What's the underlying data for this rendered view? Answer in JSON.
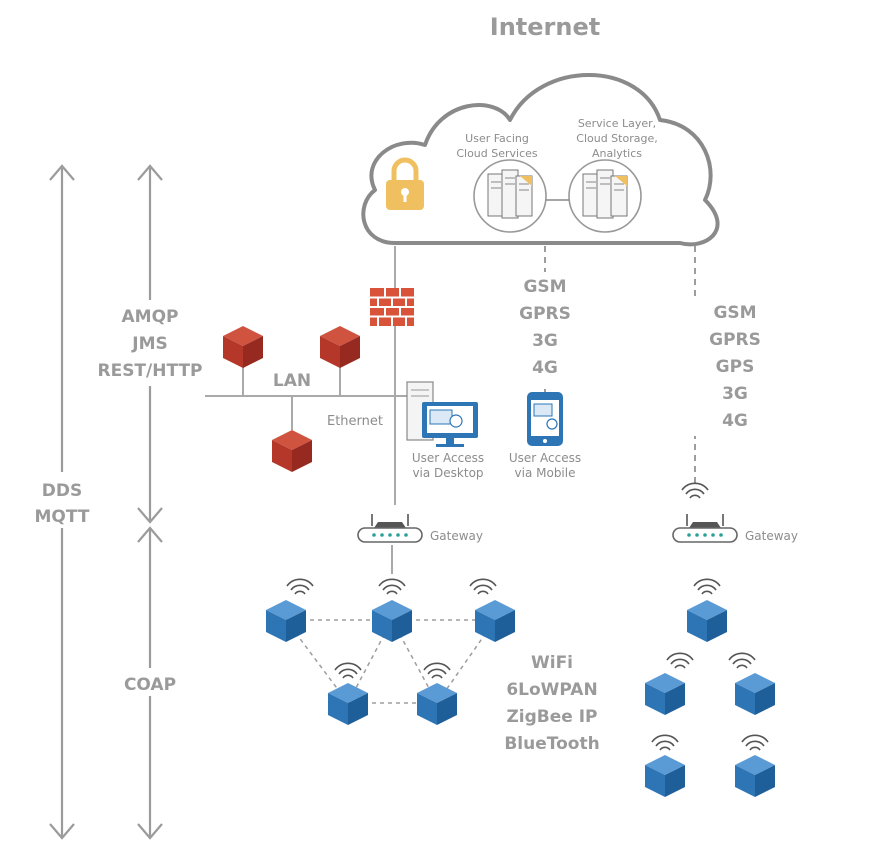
{
  "title": "Internet",
  "cloud": {
    "left_label": [
      "User Facing",
      "Cloud Services"
    ],
    "right_label": [
      "Service Layer,",
      "Cloud Storage,",
      "Analytics"
    ]
  },
  "protocols": {
    "upper": [
      "AMQP",
      "JMS",
      "REST/HTTP"
    ],
    "outer": [
      "DDS",
      "MQTT"
    ],
    "lower": "COAP"
  },
  "lan_label": "LAN",
  "ethernet_label": "Ethernet",
  "desktop_label": [
    "User Access",
    "via Desktop"
  ],
  "mobile_label": [
    "User Access",
    "via Mobile"
  ],
  "mobile_link": [
    "GSM",
    "GPRS",
    "3G",
    "4G"
  ],
  "right_link": [
    "GSM",
    "GPRS",
    "GPS",
    "3G",
    "4G"
  ],
  "gateway_label": "Gateway",
  "wireless": [
    "WiFi",
    "6LoWPAN",
    "ZigBee IP",
    "BlueTooth"
  ],
  "colors": {
    "red_node": "#c0392b",
    "blue_node": "#2e75b6",
    "lock": "#f0c060",
    "firewall": "#d9533b"
  }
}
